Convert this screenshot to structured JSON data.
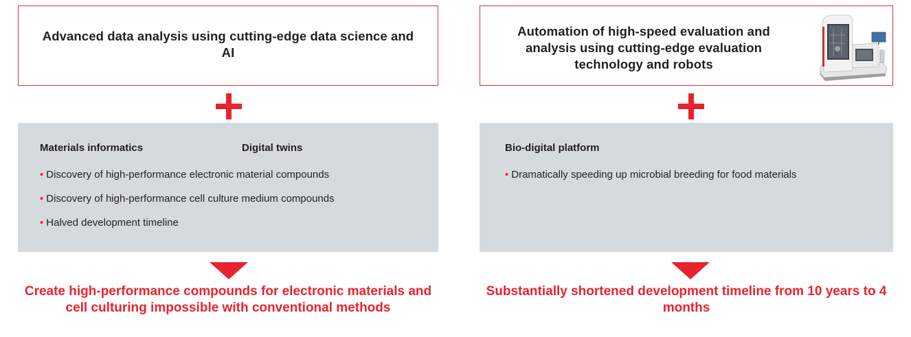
{
  "left": {
    "top_title": "Advanced data analysis using cutting-edge data science and AI",
    "heading_1": "Materials informatics",
    "heading_2": "Digital twins",
    "bullets": [
      "Discovery of high-performance electronic material compounds",
      "Discovery of high-performance cell culture medium compounds",
      "Halved development timeline"
    ],
    "result": "Create high-performance compounds for electronic materials and cell culturing impossible with conventional methods"
  },
  "right": {
    "top_title": "Automation of high-speed evaluation and analysis using cutting-edge evaluation technology and robots",
    "heading_1": "Bio-digital platform",
    "bullets": [
      "Dramatically speeding up microbial breeding for food materials"
    ],
    "result": "Substantially shortened development timeline from 10 years to 4 months"
  },
  "colors": {
    "accent_red": "#e8232e",
    "box_border": "#d9323f",
    "gray_panel": "#d5dade",
    "text": "#231f20"
  },
  "icons": {
    "plus": "plus-icon",
    "arrow": "down-triangle-arrow-icon",
    "bullet": "bullet-dot-icon",
    "machine": "lab-robot-machine-image"
  }
}
